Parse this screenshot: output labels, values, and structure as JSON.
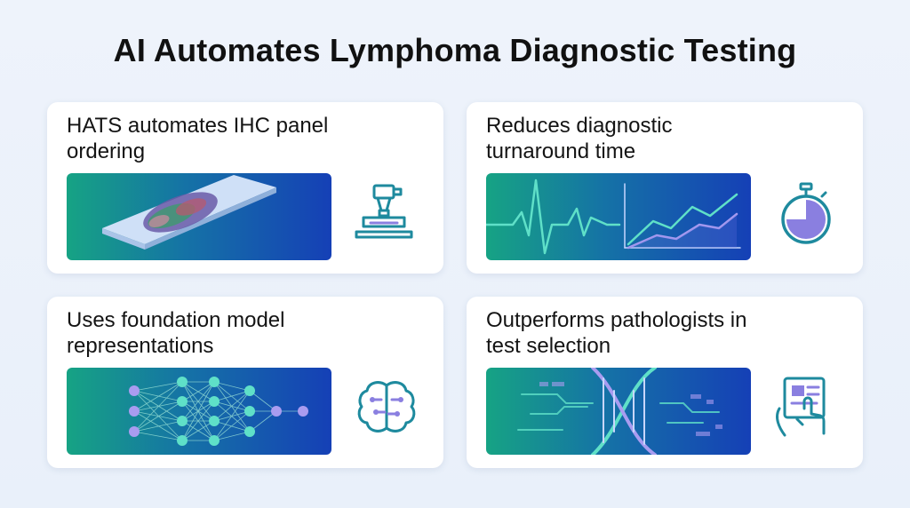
{
  "title": "AI Automates Lymphoma Diagnostic Testing",
  "cards": [
    {
      "title": "HATS automates IHC panel ordering",
      "illustration": "tissue-slide",
      "icon": "microscope-icon"
    },
    {
      "title": "Reduces diagnostic turnaround time",
      "illustration": "ecg-and-trend-chart",
      "icon": "stopwatch-icon"
    },
    {
      "title": "Uses foundation model representations",
      "illustration": "neural-network",
      "icon": "brain-circuit-icon"
    },
    {
      "title": "Outperforms pathologists in test selection",
      "illustration": "dna-helix-data",
      "icon": "tablet-touch-icon"
    }
  ],
  "colors": {
    "panel_start": "#16a384",
    "panel_end": "#1540b6",
    "icon_teal": "#1e8a9e",
    "icon_purple": "#8a7fe0",
    "node_purple": "#a99cf0",
    "node_teal": "#5fe0c8"
  }
}
